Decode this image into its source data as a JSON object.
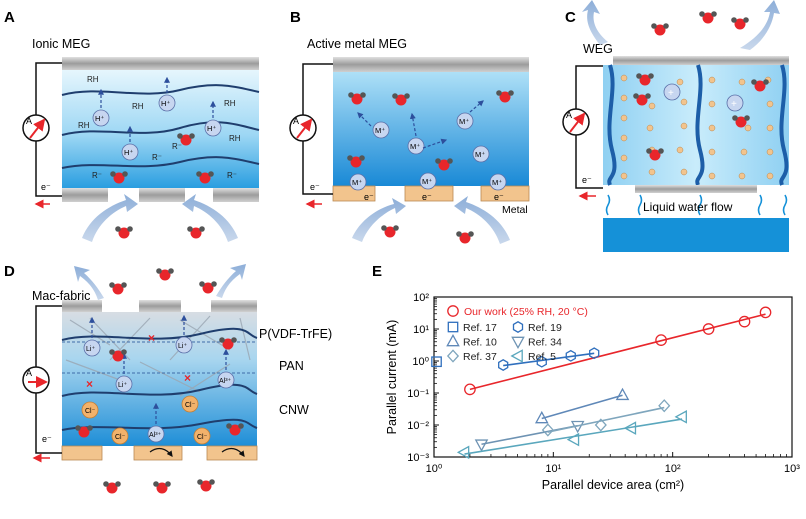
{
  "panels": {
    "A": {
      "letter": "A",
      "title": "Ionic MEG",
      "ion": "H⁺",
      "group": "RH",
      "anion": "R⁻",
      "electron": "e⁻",
      "meter": "A"
    },
    "B": {
      "letter": "B",
      "title": "Active metal MEG",
      "ion": "M⁺",
      "electron": "e⁻",
      "metal_label": "Metal",
      "meter": "A"
    },
    "C": {
      "letter": "C",
      "title": "WEG",
      "flow_label": "Liquid water flow",
      "electron": "e⁻",
      "meter": "A",
      "plus": "+"
    },
    "D": {
      "letter": "D",
      "title": "Mac-fabric",
      "layer_top": "P(VDF-TrFE)",
      "layer_mid": "PAN",
      "layer_bottom": "CNW",
      "li": "Li⁺",
      "al": "Al³⁺",
      "cl": "Cl⁻",
      "electron": "e⁻",
      "meter": "A"
    },
    "E": {
      "letter": "E"
    }
  },
  "colors": {
    "water": "#5ab4e5",
    "water_light": "#e3f4fc",
    "gray_electrode": "#a8a8a8",
    "metal": "#f2c48d",
    "accent_red": "#e8262b"
  },
  "chart_data": {
    "type": "scatter",
    "xlabel": "Parallel device area (cm²)",
    "ylabel": "Parallel current (mA)",
    "x_scale": "log",
    "y_scale": "log",
    "xlim": [
      1,
      1000
    ],
    "ylim": [
      0.001,
      100
    ],
    "x_ticks": [
      "10⁰",
      "10¹",
      "10²",
      "10³"
    ],
    "y_ticks": [
      "10⁻³",
      "10⁻²",
      "10⁻¹",
      "10⁰",
      "10¹",
      "10²"
    ],
    "legend_position": "top-left",
    "series": [
      {
        "name": "Our work (25% RH, 20 °C)",
        "marker": "circle",
        "color": "#e8262b",
        "fit_line": true,
        "x": [
          2,
          80,
          200,
          400,
          600
        ],
        "y": [
          0.13,
          4.5,
          10,
          17,
          33
        ]
      },
      {
        "name": "Ref. 17",
        "marker": "square",
        "color": "#2f6fbd",
        "fit_line": false,
        "x": [
          1.05
        ],
        "y": [
          0.95
        ]
      },
      {
        "name": "Ref. 19",
        "marker": "hexagon",
        "color": "#2f6fbd",
        "fit_line": true,
        "x": [
          3.8,
          8,
          14,
          22
        ],
        "y": [
          0.75,
          0.95,
          1.45,
          1.75
        ]
      },
      {
        "name": "Ref. 10",
        "marker": "triangle-up",
        "color": "#5f88b8",
        "fit_line": true,
        "x": [
          8,
          38
        ],
        "y": [
          0.016,
          0.085
        ]
      },
      {
        "name": "Ref. 34",
        "marker": "triangle-down",
        "color": "#6e93b3",
        "fit_line": true,
        "x": [
          2.5,
          16
        ],
        "y": [
          0.0025,
          0.0095
        ]
      },
      {
        "name": "Ref. 37",
        "marker": "diamond",
        "color": "#7fa6bd",
        "fit_line": true,
        "x": [
          9,
          25,
          85
        ],
        "y": [
          0.007,
          0.01,
          0.04
        ]
      },
      {
        "name": "Ref. 5",
        "marker": "triangle-left",
        "color": "#5aa7bd",
        "fit_line": true,
        "x": [
          1.8,
          15,
          45,
          120
        ],
        "y": [
          0.0014,
          0.0035,
          0.008,
          0.018
        ]
      }
    ]
  }
}
